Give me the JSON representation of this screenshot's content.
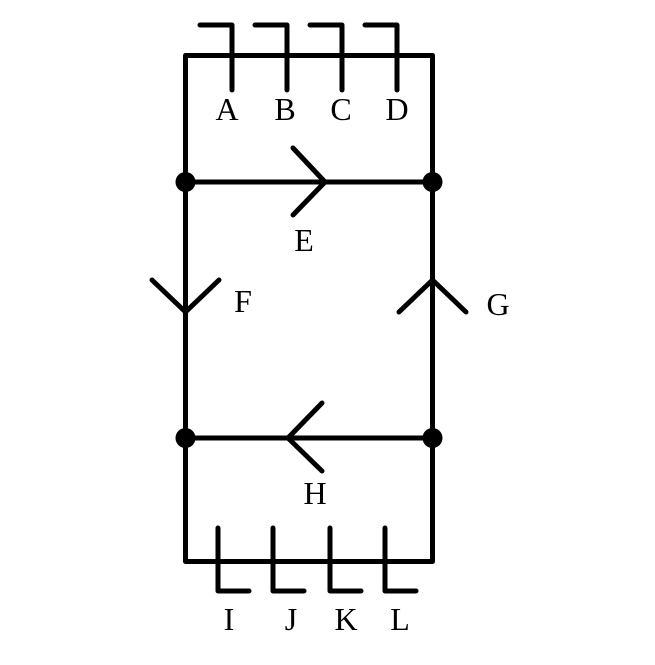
{
  "colors": {
    "background": "#ffffff",
    "ink": "#000000"
  },
  "diagram": {
    "top_terminals": [
      "A",
      "B",
      "C",
      "D"
    ],
    "bottom_terminals": [
      "I",
      "J",
      "K",
      "L"
    ],
    "branch_arrows": [
      {
        "label": "E",
        "edge": "upper-horizontal-wire",
        "direction": "right"
      },
      {
        "label": "F",
        "edge": "left-vertical-edge",
        "direction": "down"
      },
      {
        "label": "G",
        "edge": "right-vertical-edge",
        "direction": "up"
      },
      {
        "label": "H",
        "edge": "lower-horizontal-wire",
        "direction": "left"
      }
    ]
  }
}
